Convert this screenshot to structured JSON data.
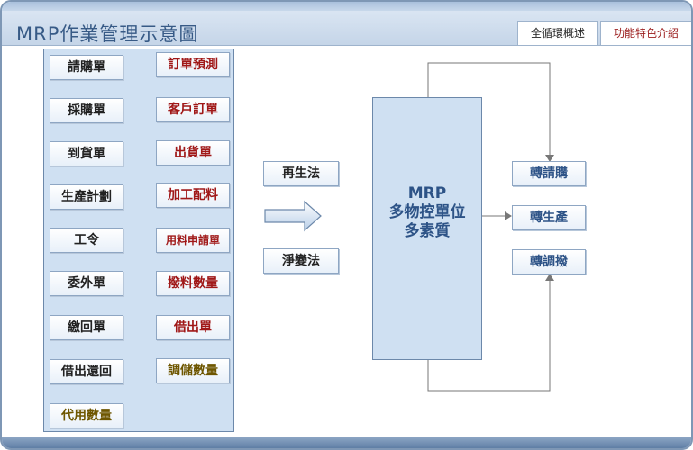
{
  "header": {
    "title": "MRP作業管理示意圖",
    "tabs": [
      {
        "label": "全循環概述"
      },
      {
        "label": "功能特色介紹"
      }
    ]
  },
  "documents": {
    "left": [
      {
        "label": "請購單"
      },
      {
        "label": "採購單"
      },
      {
        "label": "到貨單"
      },
      {
        "label": "生產計劃"
      },
      {
        "label": "工令"
      },
      {
        "label": "委外單"
      },
      {
        "label": "繳回單"
      },
      {
        "label": "借出還回"
      },
      {
        "label": "代用數量"
      }
    ],
    "right": [
      {
        "label": "訂單預測"
      },
      {
        "label": "客戶訂單"
      },
      {
        "label": "出貨單"
      },
      {
        "label": "加工配料"
      },
      {
        "label": "用料申請單"
      },
      {
        "label": "撥料數量"
      },
      {
        "label": "借出單"
      },
      {
        "label": "調儲數量"
      }
    ]
  },
  "methods": [
    {
      "label": "再生法"
    },
    {
      "label": "淨變法"
    }
  ],
  "mrp": {
    "lines": [
      "MRP",
      "多物控單位",
      "多素質"
    ]
  },
  "outputs": [
    {
      "label": "轉請購"
    },
    {
      "label": "轉生產"
    },
    {
      "label": "轉調撥"
    }
  ]
}
